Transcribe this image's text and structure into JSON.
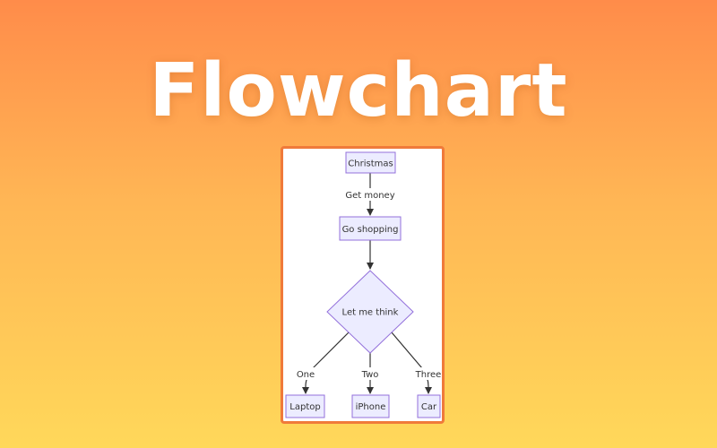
{
  "title": "Flowchart",
  "colors": {
    "accent": "#f07a3a",
    "node_fill": "#ececff",
    "node_stroke": "#9370db",
    "edge": "#333333"
  },
  "diagram": {
    "nodes": {
      "christmas": "Christmas",
      "go_shopping": "Go shopping",
      "decision": "Let me think",
      "laptop": "Laptop",
      "iphone": "iPhone",
      "car": "Car"
    },
    "edges": {
      "get_money": "Get money",
      "one": "One",
      "two": "Two",
      "three": "Three"
    }
  }
}
